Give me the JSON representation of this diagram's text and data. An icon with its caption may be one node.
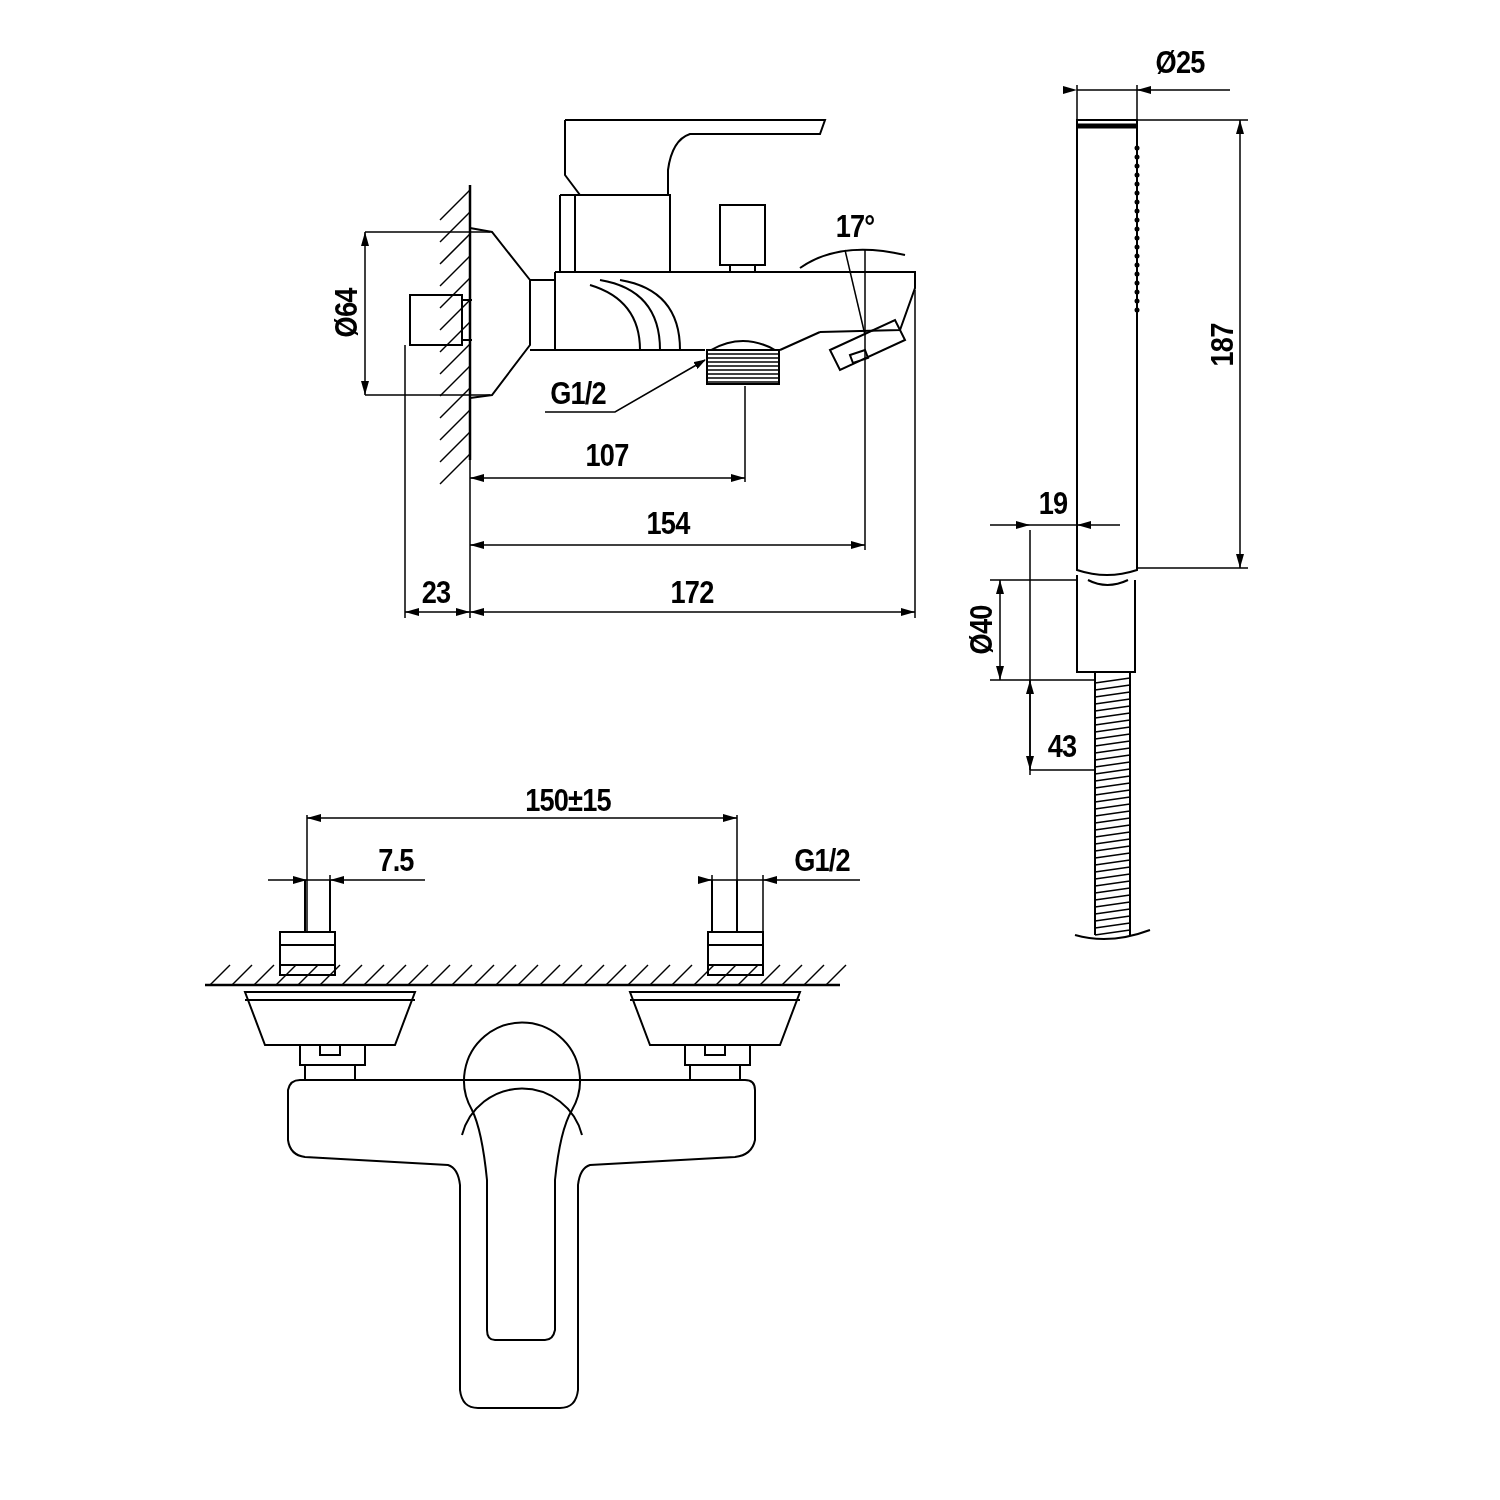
{
  "diagram": {
    "nodes": [
      {
        "text": [
          "G1/2"
        ]
      },
      {
        "text": [],
        "shape": "picture"
      }
    ],
    "edges": [
      {
        "from": 0,
        "to": 1,
        "arrow": "to"
      }
    ],
    "labels": [
      "Ø25",
      "17°",
      "Ø64",
      "187",
      "107",
      "154",
      "19",
      "23",
      "172",
      "Ø40",
      "43",
      "150±15",
      "7.5",
      "G1/2"
    ]
  }
}
